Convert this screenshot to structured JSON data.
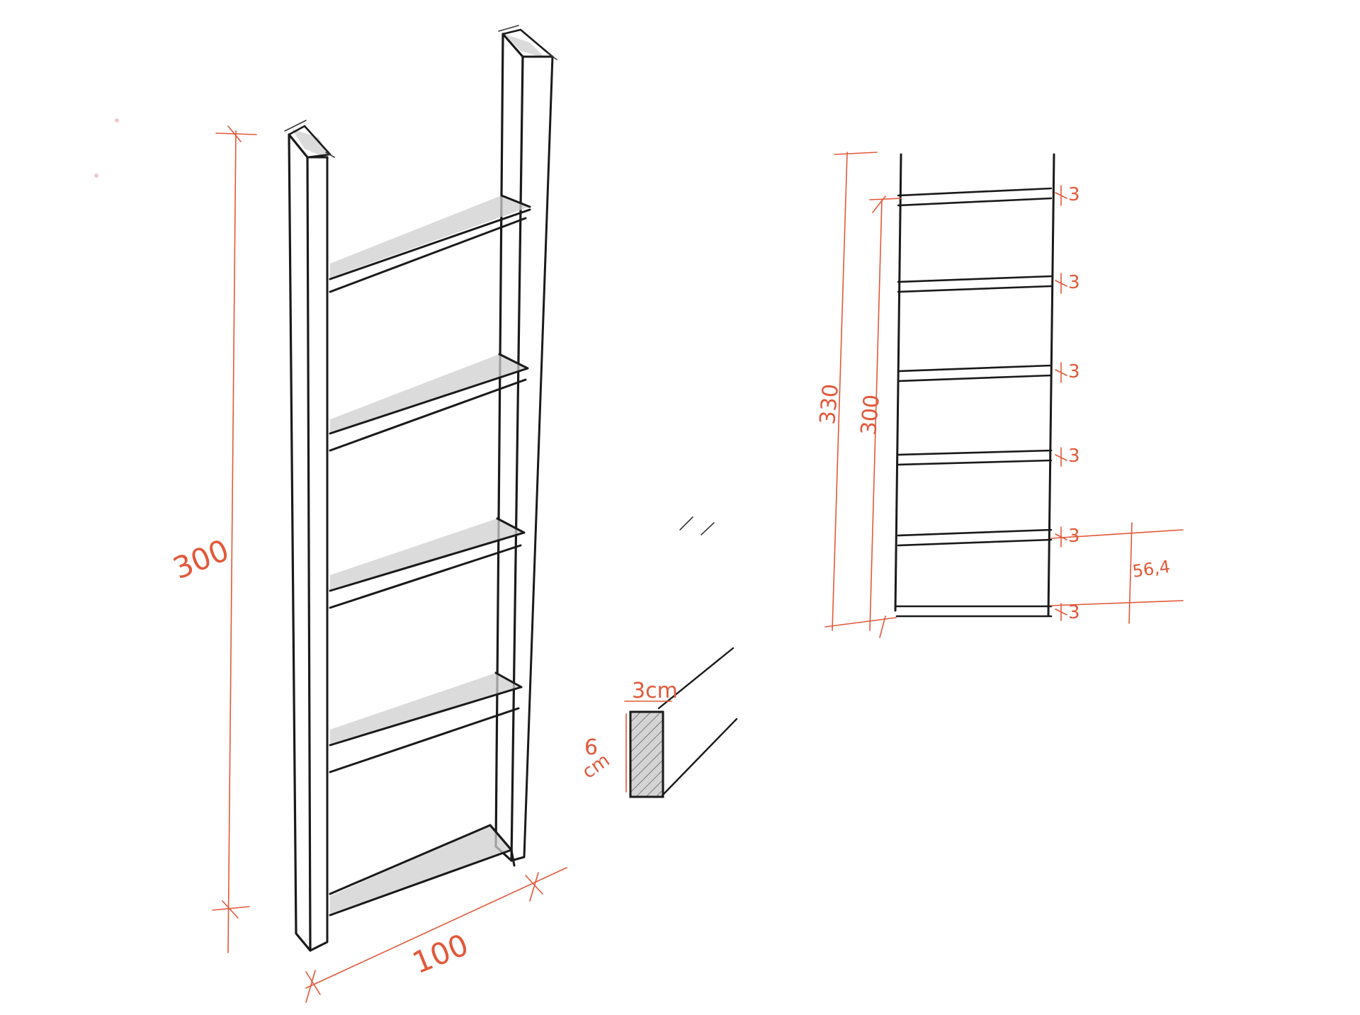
{
  "colors": {
    "ink": "#1a1a1a",
    "dimension": "#e2583a",
    "shade": "#cfcfcf"
  },
  "iso_view": {
    "height_label": "300",
    "width_label": "100"
  },
  "section_detail": {
    "width_label": "3cm",
    "height_label_num": "6",
    "height_label_unit": "cm"
  },
  "front_view": {
    "total_height_label": "330",
    "inner_height_label": "300",
    "spacing_label": "56,4",
    "rung_labels": [
      "3",
      "3",
      "3",
      "3",
      "3",
      "3"
    ]
  }
}
